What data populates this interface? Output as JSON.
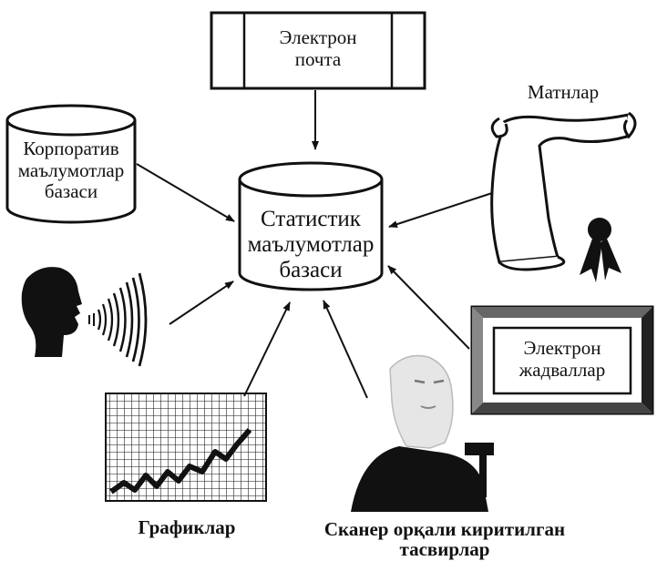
{
  "nodes": {
    "email": {
      "line1": "Электрон",
      "line2": "почта"
    },
    "corporate_db": {
      "line1": "Корпоратив",
      "line2": "маълумотлар",
      "line3": "базаси"
    },
    "statistical_db": {
      "line1": "Статистик",
      "line2": "маълумотлар",
      "line3": "базаси"
    },
    "texts": {
      "label": "Матнлар"
    },
    "spreadsheets": {
      "line1": "Электрон",
      "line2": "жадваллар"
    },
    "charts": {
      "label": "Графиклар"
    },
    "scanned_images": {
      "line1": "Сканер орқали киритилган",
      "line2": "тасвирлар"
    }
  },
  "icons": {
    "voice": "speaking-head-icon",
    "texts": "scroll-certificate-icon",
    "charts": "graph-paper-icon",
    "scanned": "portrait-image-icon"
  },
  "colors": {
    "ink": "#111111",
    "background": "#ffffff"
  }
}
